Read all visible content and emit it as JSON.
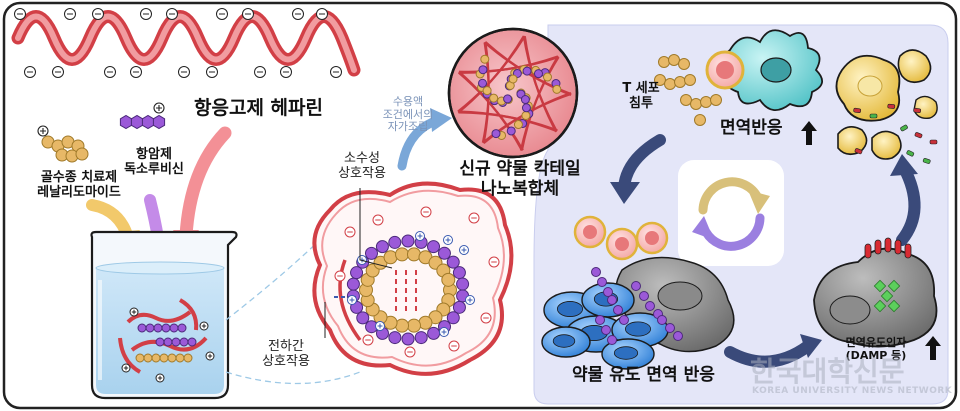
{
  "labels": {
    "anticoagulant_heparin": "항응고제 헤파린",
    "anticancer_line1": "항암제",
    "anticancer_line2": "독소루비신",
    "myeloma_line1": "골수종 치료제",
    "myeloma_line2": "레날리도마이드",
    "selfassembly_line1": "수용액",
    "selfassembly_line2": "조건에서의",
    "selfassembly_line3": "자가조립",
    "hydrophobic_line1": "소수성",
    "hydrophobic_line2": "상호작용",
    "electrostatic_line1": "전하간",
    "electrostatic_line2": "상호작용",
    "nanocomplex_line1": "신규 약물 칵테일",
    "nanocomplex_line2": "나노복합체",
    "tcell_line1": "T 세포",
    "tcell_line2": "침투",
    "immune_response": "면역반응",
    "drug_induced_immune": "약물 유도 면역 반응",
    "damp_line1": "면역유도인자",
    "damp_line2": "(DAMP 등)"
  },
  "watermark": {
    "main": "한국대학신문",
    "sub": "KOREA UNIVERSITY NEWS NETWORK"
  },
  "colors": {
    "heparin": "#e8585e",
    "heparin_light": "#f6b3b5",
    "doxorubicin": "#9b59d8",
    "lenalidomide": "#e7b867",
    "panel_bg": "#e4e6f8",
    "cycle_arrow": "#3a4a7a",
    "tumor_cell": "#3b8ee0",
    "dead_cell": "#e8c84a"
  }
}
